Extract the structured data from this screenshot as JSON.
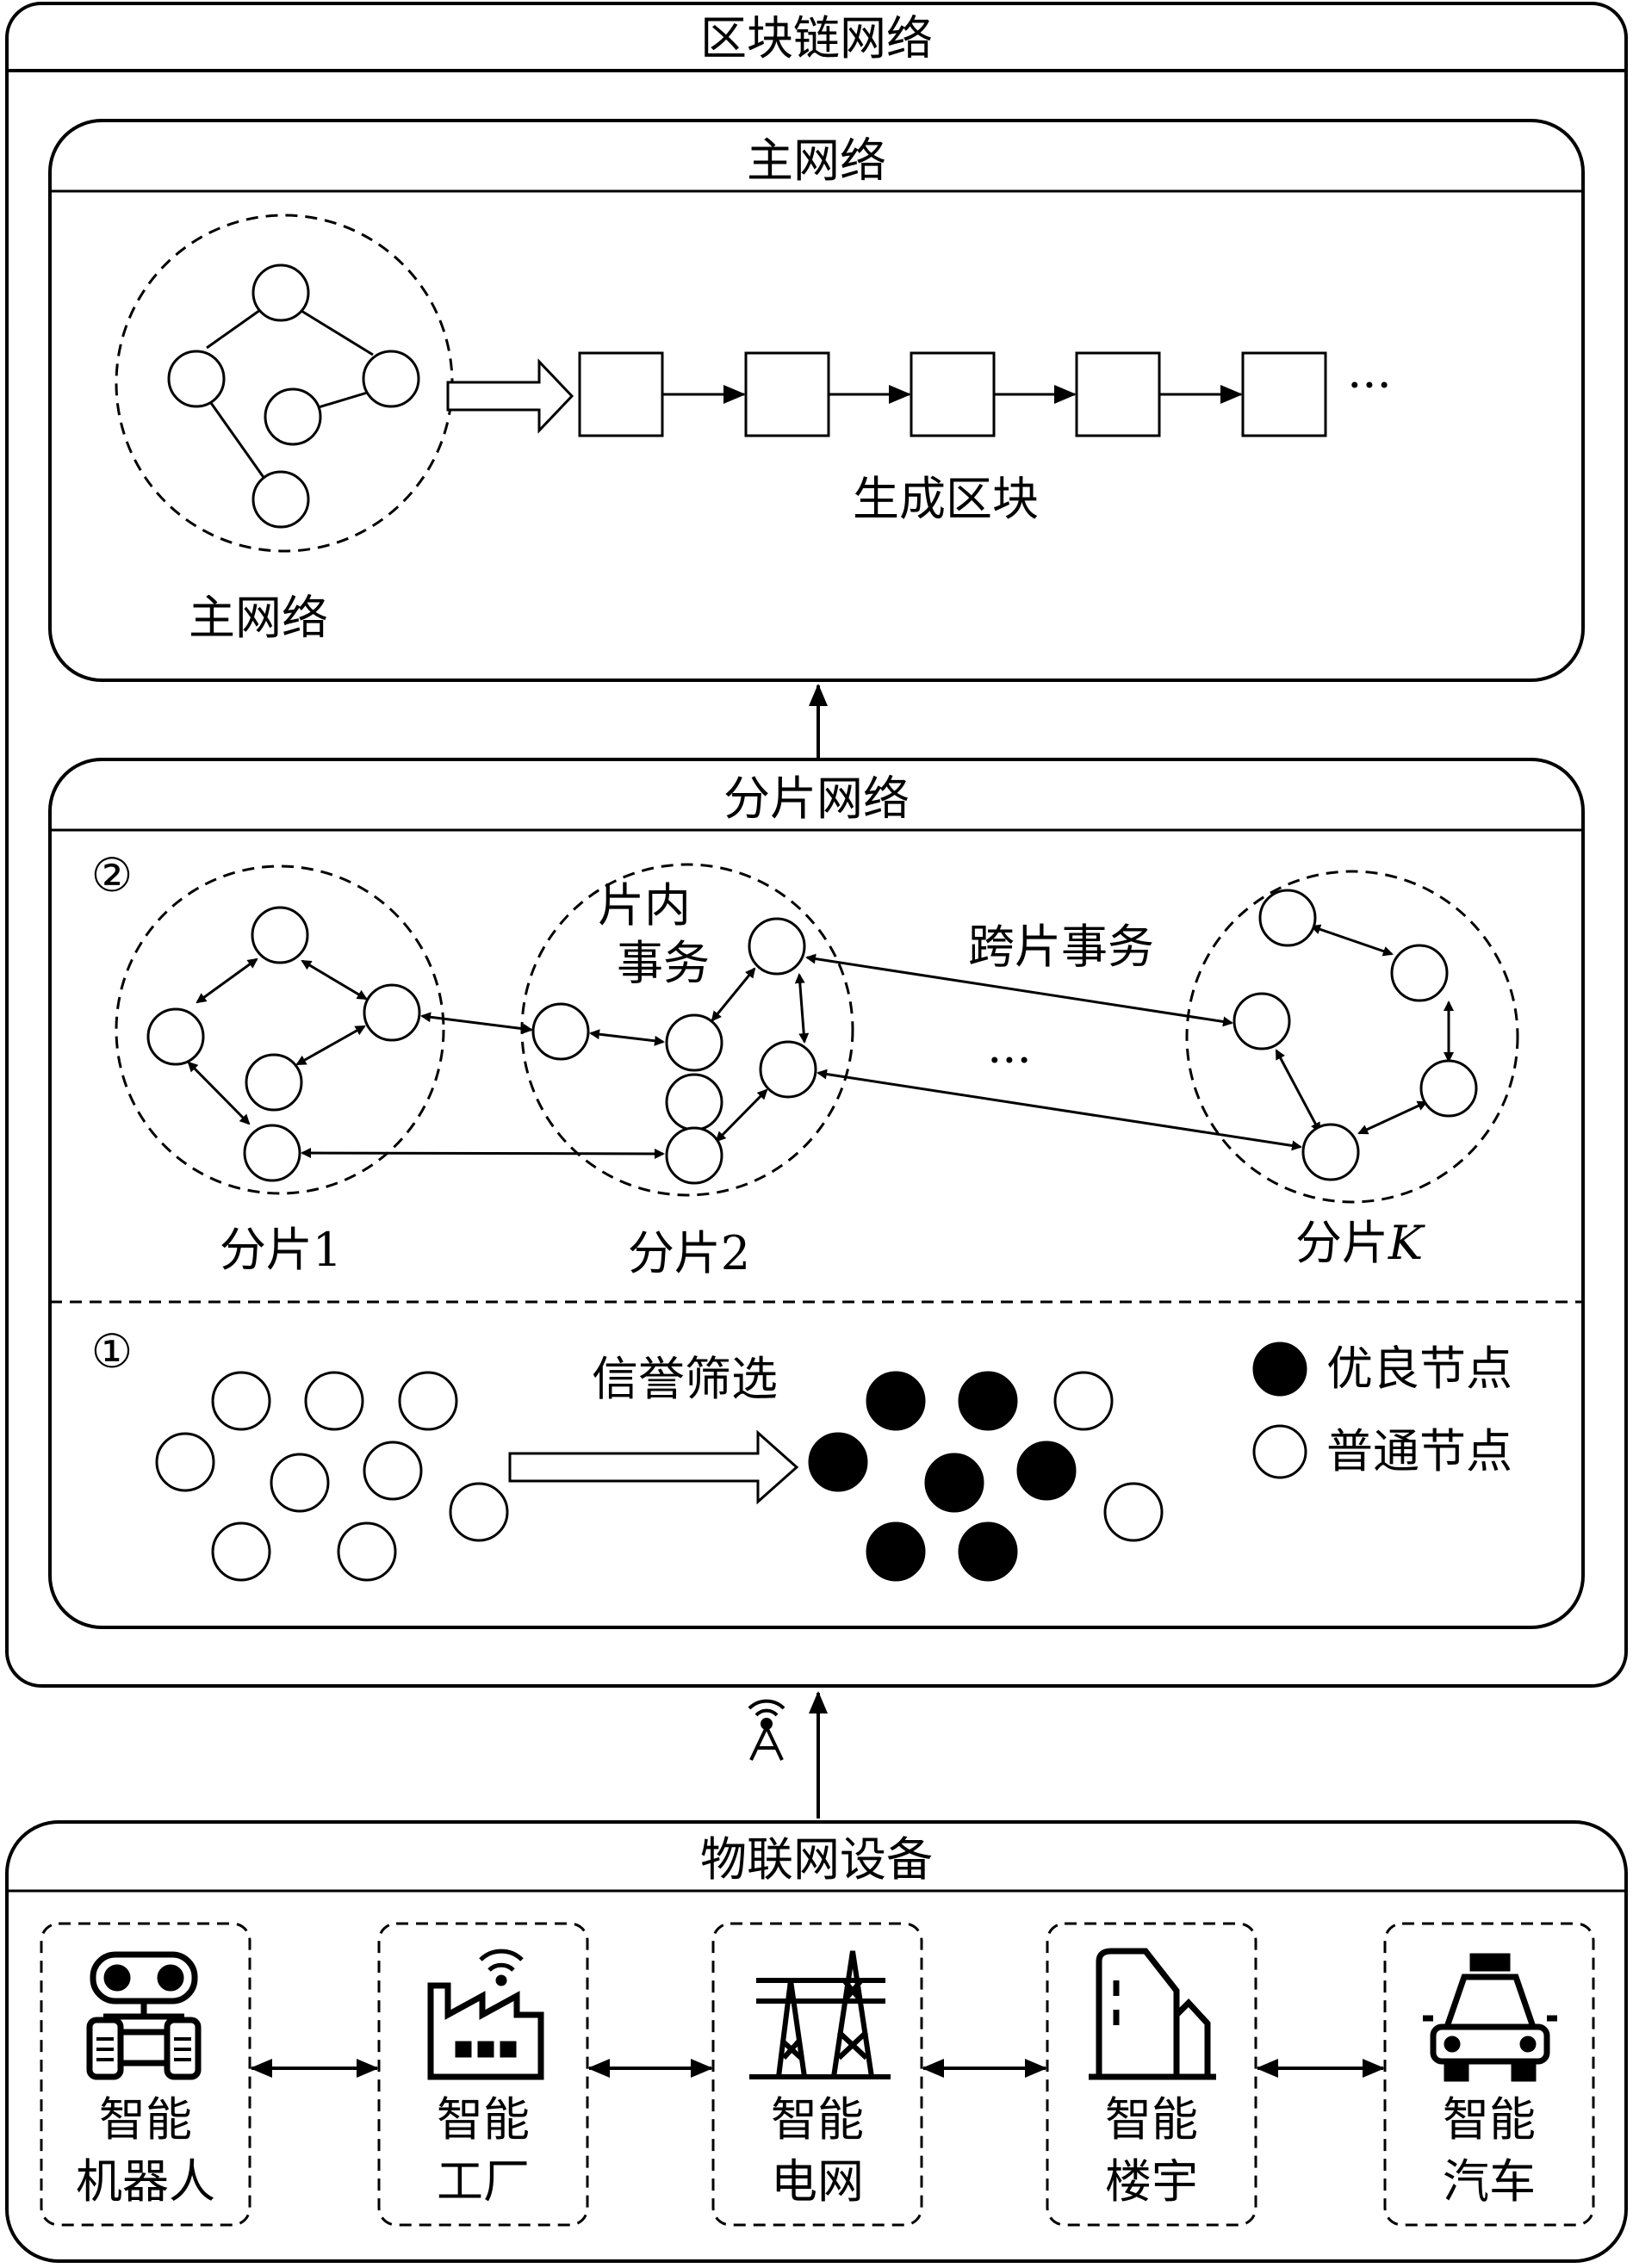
{
  "blockchain": {
    "title": "区块链网络"
  },
  "main_network": {
    "title": "主网络",
    "cluster_label": "主网络",
    "blocks_label": "生成区块",
    "blocks_ellipsis": "···"
  },
  "shard_network": {
    "title": "分片网络",
    "step2_marker": "②",
    "intra_tx_line1": "片内",
    "intra_tx_line2": "事务",
    "cross_tx": "跨片事务",
    "shard_ellipsis": "···",
    "shard1": "分片1",
    "shard2": "分片2",
    "shardK_prefix": "分片",
    "shardK_var": "K",
    "step1_marker": "①",
    "filter_label": "信誉筛选",
    "legend_good": "优良节点",
    "legend_normal": "普通节点"
  },
  "iot": {
    "title": "物联网设备",
    "devices": [
      {
        "line1": "智能",
        "line2": "机器人",
        "icon": "robot-icon"
      },
      {
        "line1": "智能",
        "line2": "工厂",
        "icon": "factory-icon"
      },
      {
        "line1": "智能",
        "line2": "电网",
        "icon": "power-tower-icon"
      },
      {
        "line1": "智能",
        "line2": "楼宇",
        "icon": "building-icon"
      },
      {
        "line1": "智能",
        "line2": "汽车",
        "icon": "car-icon"
      }
    ]
  }
}
